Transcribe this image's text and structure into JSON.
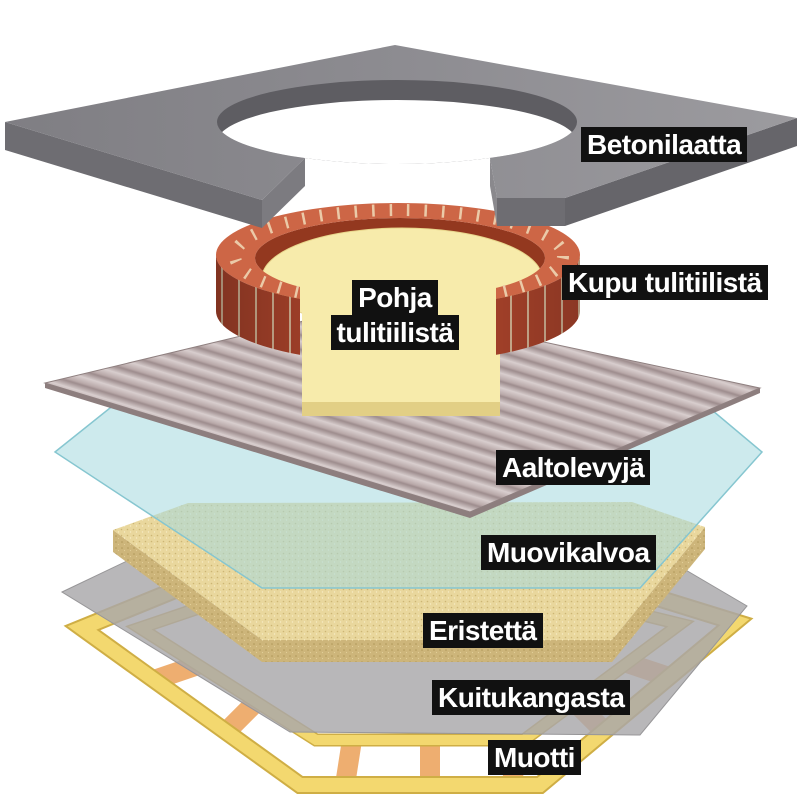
{
  "labels": {
    "slab": "Betonilaatta",
    "dome": "Kupu tulitiilistä",
    "floor_line1": "Pohja",
    "floor_line2": "tulitiilistä",
    "corrugated": "Aaltolevyjä",
    "film": "Muovikalvoa",
    "insulation": "Eristettä",
    "cloth": "Kuitukangasta",
    "mold": "Muotti"
  },
  "colors": {
    "label_background": "#111111",
    "label_text": "#ffffff"
  }
}
